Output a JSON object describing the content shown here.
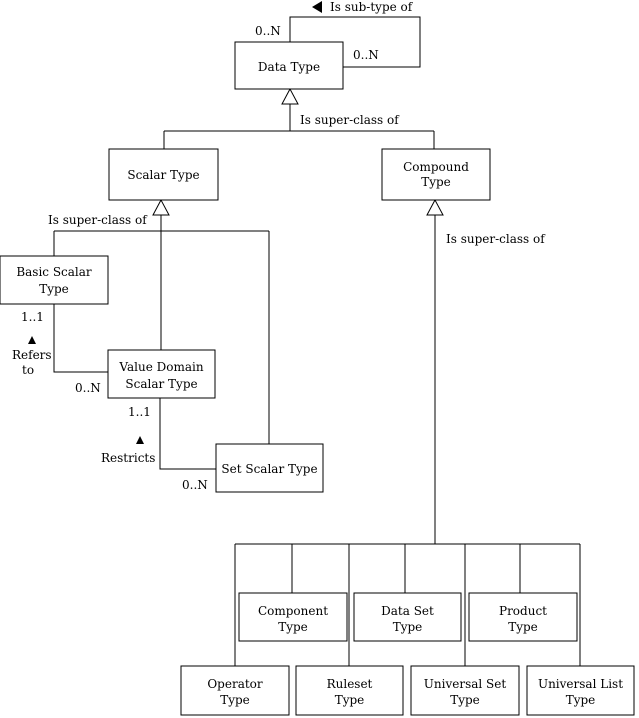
{
  "boxes": {
    "data_type": [
      "Data Type"
    ],
    "scalar_type": [
      "Scalar Type"
    ],
    "compound_type": [
      "Compound",
      "Type"
    ],
    "basic_scalar_type": [
      "Basic Scalar",
      "Type"
    ],
    "value_domain_scalar_type": [
      "Value Domain",
      "Scalar Type"
    ],
    "set_scalar_type": [
      "Set Scalar Type"
    ],
    "component_type": [
      "Component",
      "Type"
    ],
    "data_set_type": [
      "Data Set",
      "Type"
    ],
    "product_type": [
      "Product",
      "Type"
    ],
    "operator_type": [
      "Operator",
      "Type"
    ],
    "ruleset_type": [
      "Ruleset",
      "Type"
    ],
    "universal_set_type": [
      "Universal Set",
      "Type"
    ],
    "universal_list_type": [
      "Universal List",
      "Type"
    ]
  },
  "labels": {
    "is_sub_type_of": "Is  sub-type of",
    "super_class_top": "Is  super-class of",
    "super_class_scalar": "Is  super-class of",
    "super_class_compound": "Is  super-class of",
    "refers": "Refers",
    "to": "to",
    "restricts": "Restricts"
  },
  "multiplicities": {
    "self_left": "0..N",
    "self_right": "0..N",
    "basic_1_1": "1..1",
    "value_domain_0_n": "0..N",
    "value_domain_1_1": "1..1",
    "set_scalar_0_n": "0..N"
  }
}
